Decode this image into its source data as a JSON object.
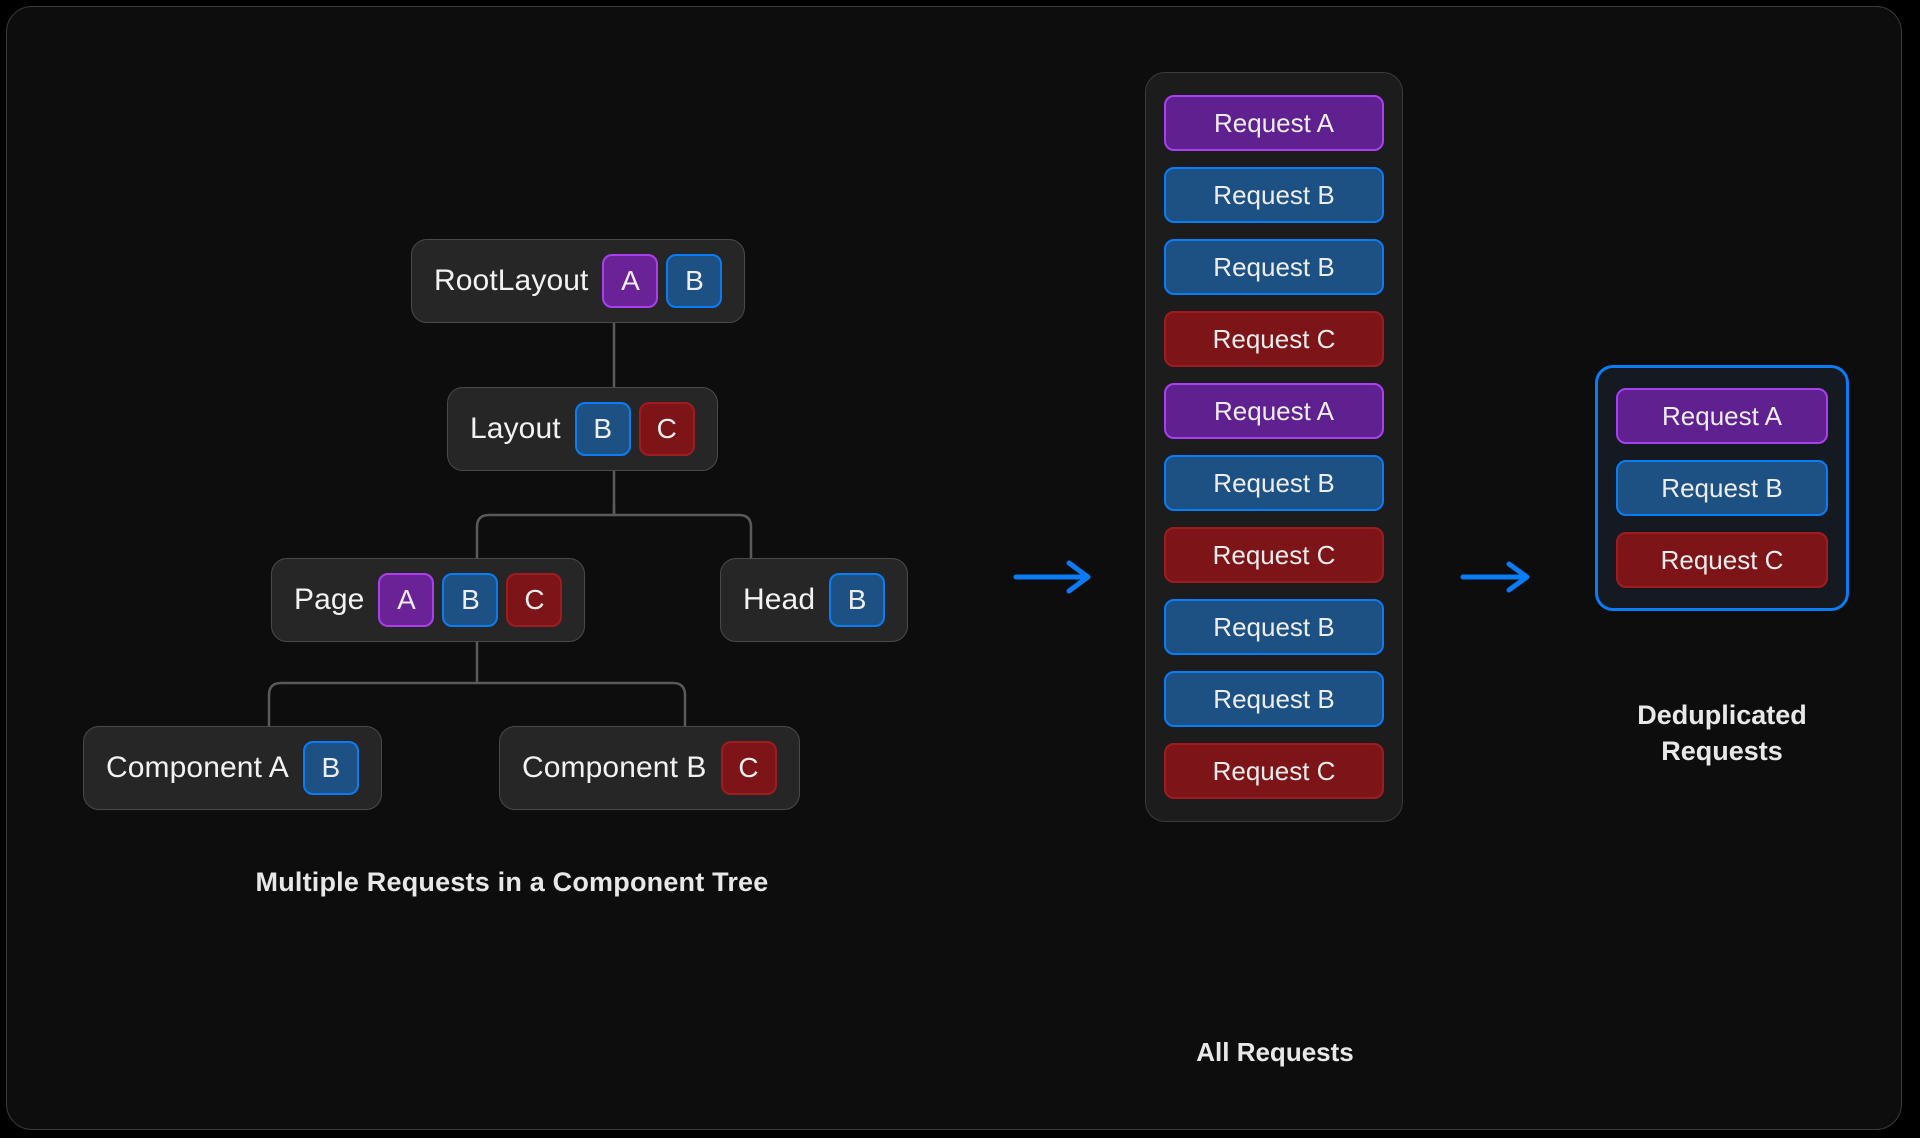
{
  "diagram": {
    "title": "React request deduplication diagram",
    "colors": {
      "background": "#0d0d0d",
      "node_fill": "#262626",
      "node_border": "#4a4a4a",
      "purple_fill": "#6b2296",
      "purple_border": "#a93ff0",
      "blue_fill": "#1d5183",
      "blue_border": "#0a7cf5",
      "red_fill": "#7d1418",
      "red_border": "#9e1c20",
      "arrow": "#0a7cf5",
      "panel_fill": "#1c1c1c",
      "dedup_fill": "#151a21",
      "text": "#f2f2f2"
    }
  },
  "tree": {
    "caption": "Multiple Requests in a Component Tree",
    "nodes": [
      {
        "id": "rootlayout",
        "label": "RootLayout",
        "badges": [
          "A",
          "B"
        ]
      },
      {
        "id": "layout",
        "label": "Layout",
        "badges": [
          "B",
          "C"
        ]
      },
      {
        "id": "page",
        "label": "Page",
        "badges": [
          "A",
          "B",
          "C"
        ]
      },
      {
        "id": "head",
        "label": "Head",
        "badges": [
          "B"
        ]
      },
      {
        "id": "componenta",
        "label": "Component A",
        "badges": [
          "B"
        ]
      },
      {
        "id": "componentb",
        "label": "Component B",
        "badges": [
          "C"
        ]
      }
    ]
  },
  "arrows": [
    {
      "name": "arrow-tree-to-all"
    },
    {
      "name": "arrow-all-to-dedup"
    }
  ],
  "all_requests": {
    "caption": "All  Requests",
    "items": [
      {
        "label": "Request A",
        "kind": "a"
      },
      {
        "label": "Request B",
        "kind": "b"
      },
      {
        "label": "Request B",
        "kind": "b"
      },
      {
        "label": "Request C",
        "kind": "c"
      },
      {
        "label": "Request A",
        "kind": "a"
      },
      {
        "label": "Request B",
        "kind": "b"
      },
      {
        "label": "Request C",
        "kind": "c"
      },
      {
        "label": "Request B",
        "kind": "b"
      },
      {
        "label": "Request B",
        "kind": "b"
      },
      {
        "label": "Request C",
        "kind": "c"
      }
    ]
  },
  "deduplicated_requests": {
    "caption_line1": "Deduplicated",
    "caption_line2": "Requests",
    "items": [
      {
        "label": "Request A",
        "kind": "a"
      },
      {
        "label": "Request B",
        "kind": "b"
      },
      {
        "label": "Request C",
        "kind": "c"
      }
    ]
  }
}
